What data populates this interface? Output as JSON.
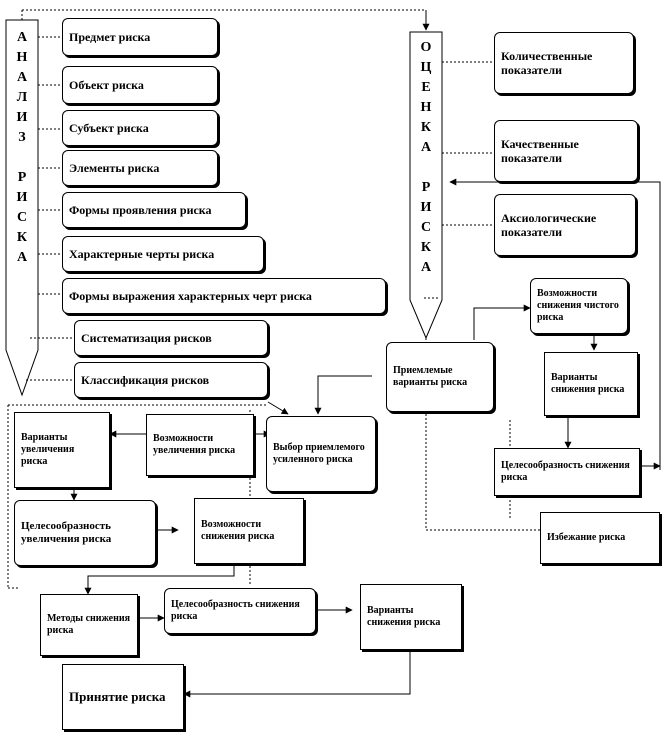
{
  "analysis_label": [
    "А",
    "Н",
    "А",
    "Л",
    "И",
    "З",
    "",
    "Р",
    "И",
    "С",
    "К",
    "А"
  ],
  "evaluation_label": [
    "О",
    "Ц",
    "Е",
    "Н",
    "К",
    "А",
    "",
    "Р",
    "И",
    "С",
    "К",
    "А"
  ],
  "boxes": {
    "subject_of_risk": "Предмет риска",
    "object_of_risk": "Объект риска",
    "agent_of_risk": "Субъект риска",
    "elements_of_risk": "Элементы риска",
    "forms_of_manifestation": "Формы проявления риска",
    "characteristic_features": "Характерные черты риска",
    "forms_of_expression": "Формы выражения характерных черт риска",
    "systematization": "Систематизация рисков",
    "classification": "Классификация рисков",
    "quantitative_indicators": "Количественные показатели",
    "qualitative_indicators": "Качественные показатели",
    "axiological_indicators": "Аксиологические показатели",
    "acceptable_variants": "Приемлемые варианты риска",
    "possibilities_reduce_pure": "Возможности снижения чистого риска",
    "variants_reduce_right": "Варианты снижения риска",
    "expediency_reduce_right": "Целесообразность снижения риска",
    "risk_avoidance": "Избежание риска",
    "variants_increase": "Варианты увеличения риска",
    "possibilities_increase": "Возможности увеличения риска",
    "choice_acceptable_increased": "Выбор приемлемого усиленного риска",
    "expediency_increase": "Целесообразность увеличения риска",
    "possibilities_reduce_mid": "Возможности снижения риска",
    "methods_reduce": "Методы снижения риска",
    "expediency_reduce_bottom": "Целесообразность снижения риска",
    "variants_reduce_bottom": "Варианты снижения риска",
    "acceptance": "Принятие риска"
  }
}
